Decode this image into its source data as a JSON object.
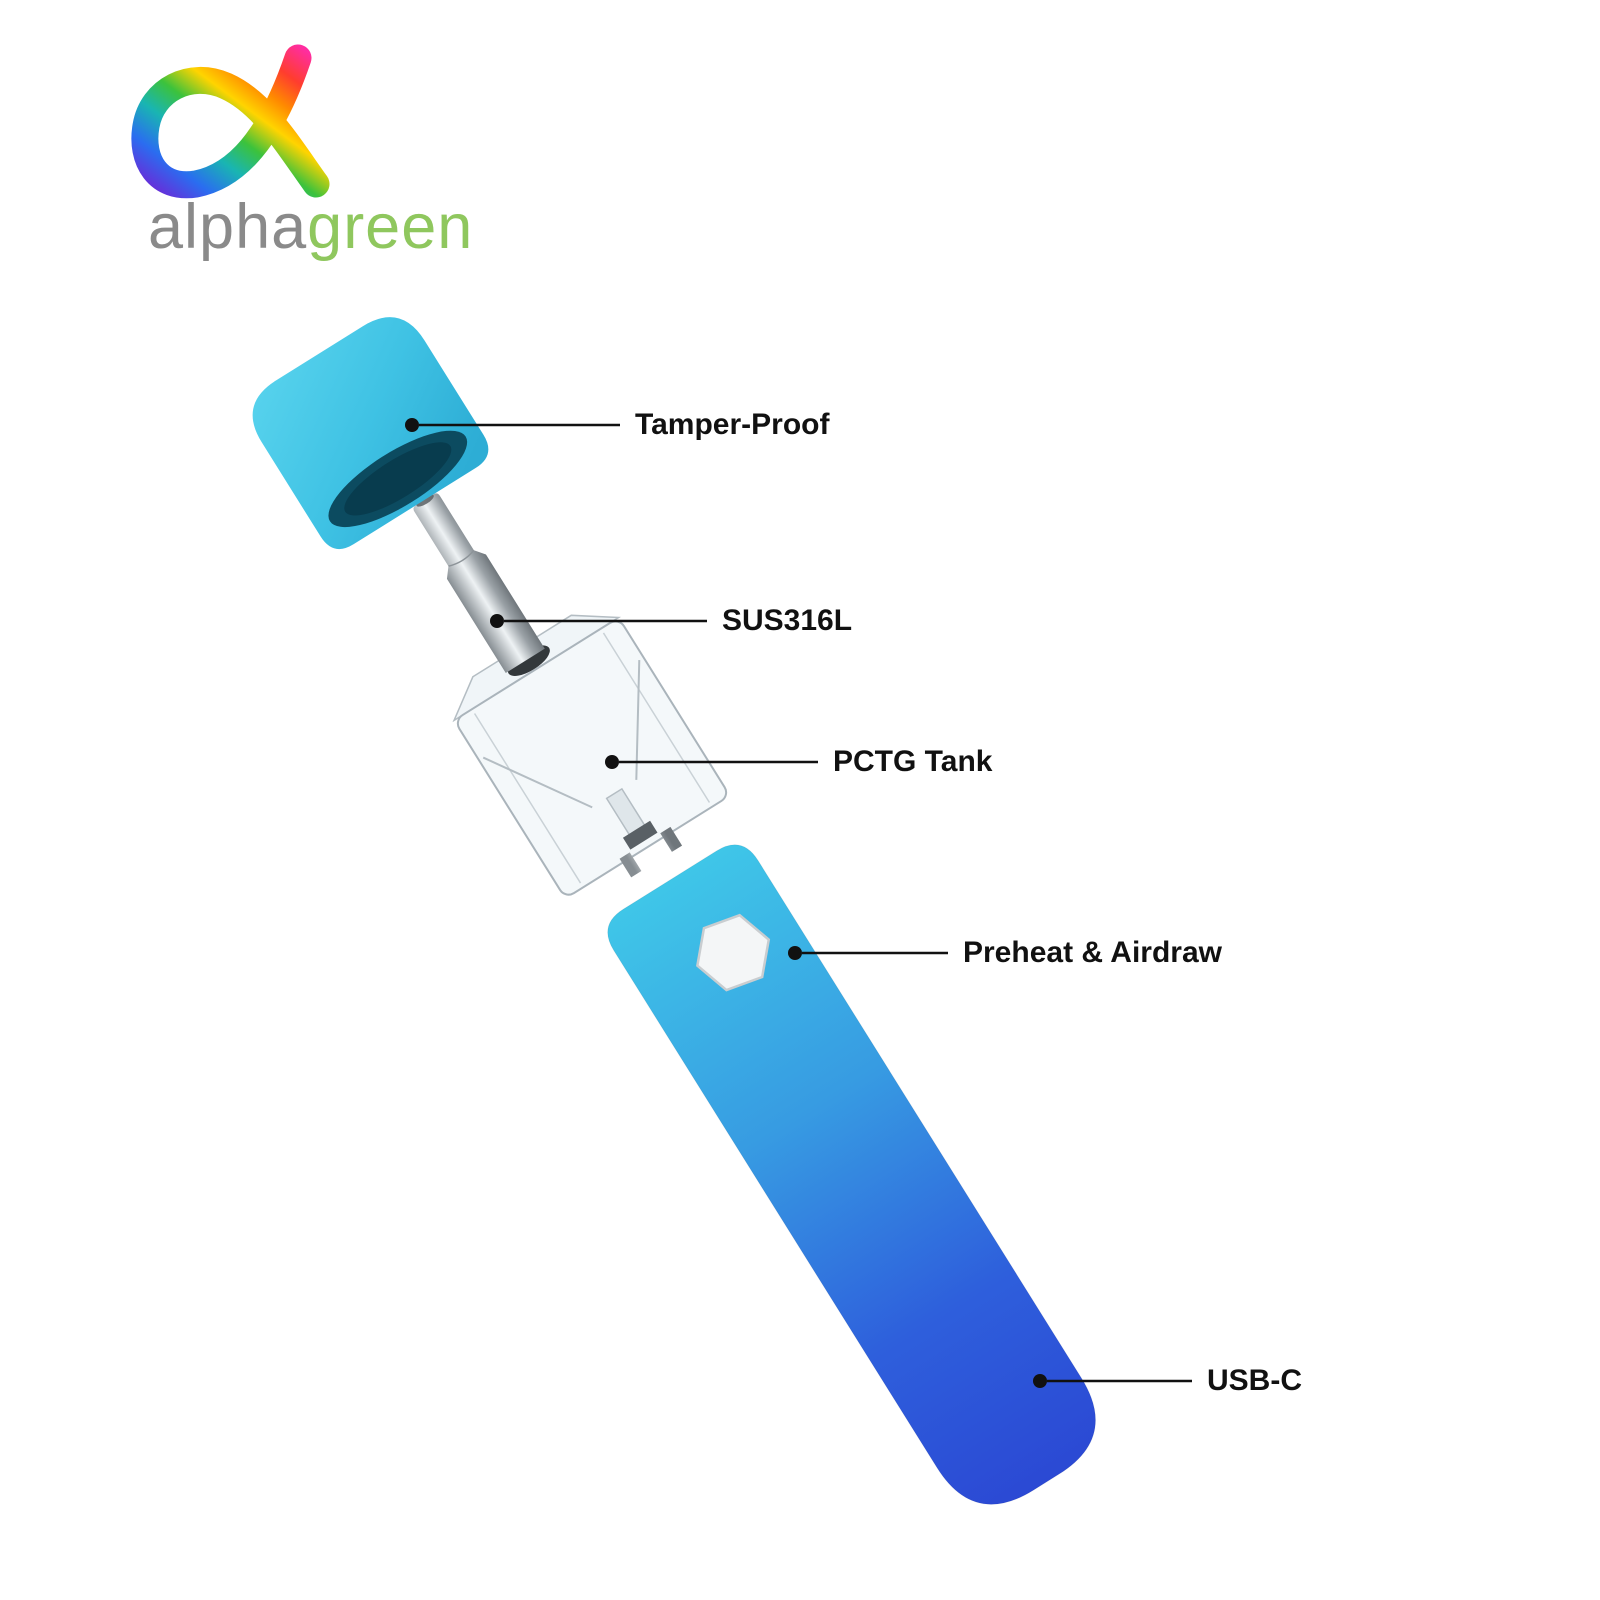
{
  "logo": {
    "brand_prefix": "alpha",
    "brand_suffix": "green",
    "prefix_color": "#8a8a8a",
    "suffix_color": "#8fc75e"
  },
  "callouts": [
    {
      "id": "tamper-proof",
      "label": "Tamper-Proof"
    },
    {
      "id": "sus316l",
      "label": "SUS316L"
    },
    {
      "id": "pctg-tank",
      "label": "PCTG Tank"
    },
    {
      "id": "preheat-airdraw",
      "label": "Preheat & Airdraw"
    },
    {
      "id": "usb-c",
      "label": "USB-C"
    }
  ],
  "colors": {
    "cap": "#3fc2e4",
    "body_top": "#3fc6e8",
    "body_bottom": "#2b49d4",
    "callout_line": "#111111"
  }
}
